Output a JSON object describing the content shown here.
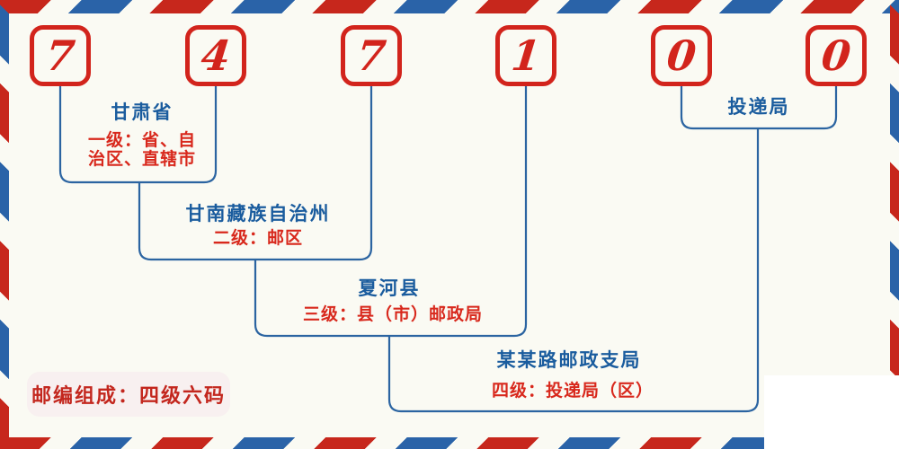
{
  "postal_code": {
    "digits": [
      "7",
      "4",
      "7",
      "1",
      "0",
      "0"
    ]
  },
  "levels": [
    {
      "name": "甘肃省",
      "desc_lines": [
        "一级：省、自",
        "治区、直辖市"
      ]
    },
    {
      "name": "甘南藏族自治州",
      "desc_lines": [
        "二级：邮区"
      ]
    },
    {
      "name": "夏河县",
      "desc_lines": [
        "三级：县（市）邮政局"
      ]
    },
    {
      "name": "某某路邮政支局",
      "desc_lines": [
        "四级：投递局（区）"
      ]
    },
    {
      "name": "投递局",
      "desc_lines": []
    }
  ],
  "badge": {
    "text": "邮编组成：四级六码"
  },
  "colors": {
    "background": "#fafaf3",
    "stripe_red": "#c7271c",
    "stripe_blue": "#2a63a8",
    "digit_red": "#d2241c",
    "label_blue": "#1a5c9e",
    "label_red": "#d8281c",
    "connector_blue": "#2b64a1",
    "badge_bg": "#f8f0f0",
    "badge_red": "#c3271e"
  }
}
